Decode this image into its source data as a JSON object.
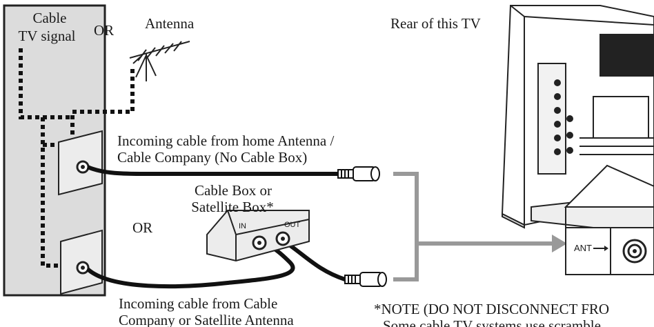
{
  "labels": {
    "cable_tv_signal_1": "Cable",
    "cable_tv_signal_2": "TV signal",
    "or_top": "OR",
    "antenna": "Antenna",
    "rear_tv": "Rear of this TV",
    "incoming_home_1": "Incoming cable from home Antenna /",
    "incoming_home_2": "Cable Company (No Cable Box)",
    "cable_box_1": "Cable Box or",
    "cable_box_2": "Satellite Box*",
    "or_mid": "OR",
    "incoming_cable_1": "Incoming cable from Cable",
    "incoming_cable_2": "Company or Satellite Antenna",
    "note_1": "*NOTE (DO NOT DISCONNECT FRO",
    "note_2": "Some cable TV systems use scramble",
    "box_in": "IN",
    "box_out": "OUT",
    "ant": "ANT"
  },
  "colors": {
    "wall": "#dcdcdc",
    "connector_line": "#999999",
    "cable": "#111111"
  }
}
